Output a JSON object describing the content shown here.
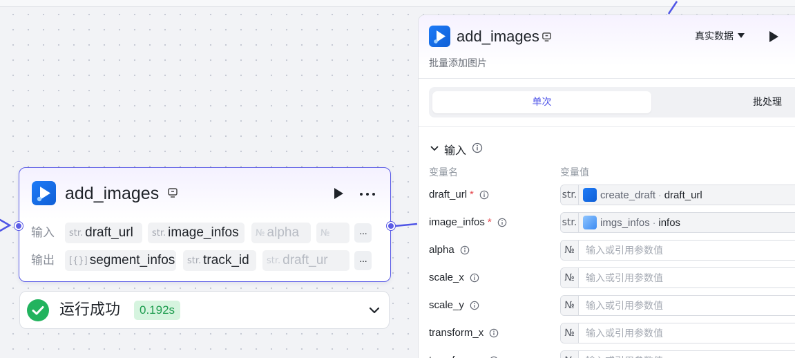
{
  "node": {
    "title": "add_images",
    "input_label": "输入",
    "output_label": "输出",
    "inputs": [
      {
        "type": "str.",
        "name": "draft_url"
      },
      {
        "type": "str.",
        "name": "image_infos"
      },
      {
        "type": "№",
        "name": "alpha"
      },
      {
        "type": "№",
        "name": ""
      }
    ],
    "outputs": [
      {
        "type": "[{}]",
        "name": "segment_infos"
      },
      {
        "type": "str.",
        "name": "track_id"
      },
      {
        "type": "str.",
        "name": "draft_ur"
      }
    ],
    "more_glyph": "···"
  },
  "status": {
    "text": "运行成功",
    "time": "0.192s"
  },
  "panel": {
    "title": "add_images",
    "description": "批量添加图片",
    "data_source": "真实数据",
    "tabs": [
      {
        "label": "单次",
        "active": true
      },
      {
        "label": "批处理",
        "active": false
      }
    ],
    "section_title": "输入",
    "col_name": "变量名",
    "col_value": "变量值",
    "params": [
      {
        "name": "draft_url",
        "required": true,
        "type": "str.",
        "ref_node": "create_draft",
        "ref_sep": "·",
        "ref_var": "draft_url"
      },
      {
        "name": "image_infos",
        "required": true,
        "type": "str.",
        "ref_node": "imgs_infos",
        "ref_sep": "·",
        "ref_var": "infos"
      },
      {
        "name": "alpha",
        "required": false,
        "type": "№",
        "placeholder": "输入或引用参数值"
      },
      {
        "name": "scale_x",
        "required": false,
        "type": "№",
        "placeholder": "输入或引用参数值"
      },
      {
        "name": "scale_y",
        "required": false,
        "type": "№",
        "placeholder": "输入或引用参数值"
      },
      {
        "name": "transform_x",
        "required": false,
        "type": "№",
        "placeholder": "输入或引用参数值"
      },
      {
        "name": "transform_y",
        "required": false,
        "type": "№",
        "placeholder": "输入或引用参数值"
      }
    ]
  },
  "colors": {
    "accent": "#4d53e8",
    "node_border": "#5b5ce6",
    "success": "#22b35e",
    "required": "#e5484d"
  }
}
